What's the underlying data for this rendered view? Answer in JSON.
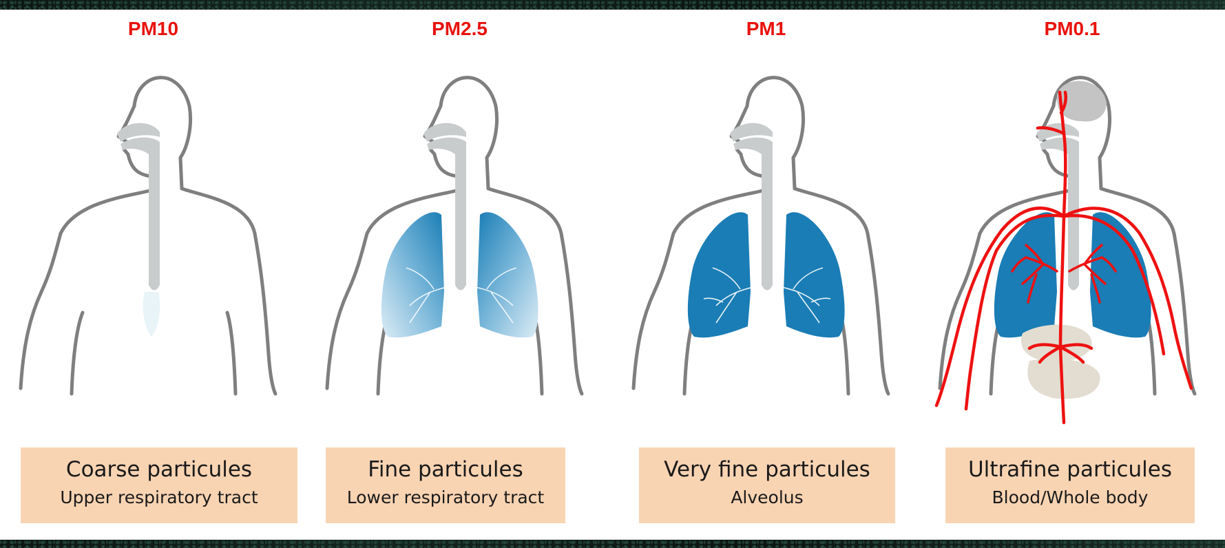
{
  "panels": [
    {
      "label": "PM10",
      "title": "Coarse particules",
      "subtitle": "Upper respiratory tract"
    },
    {
      "label": "PM2.5",
      "title": "Fine particules",
      "subtitle": "Lower respiratory tract"
    },
    {
      "label": "PM1",
      "title": "Very fine particules",
      "subtitle": "Alveolus"
    },
    {
      "label": "PM0.1",
      "title": "Ultrafine particules",
      "subtitle": "Blood/Whole body"
    }
  ],
  "colors": {
    "label_red": "#e8120c",
    "caption_bg": "#f9d4b3",
    "lung_blue": "#1a7db5",
    "lung_light": "#cfe6f2",
    "airway_gray": "#c9cccd",
    "outline_gray": "#7f7f7f",
    "blood_red": "#ee1111",
    "organ_beige": "#e2ddd0"
  }
}
